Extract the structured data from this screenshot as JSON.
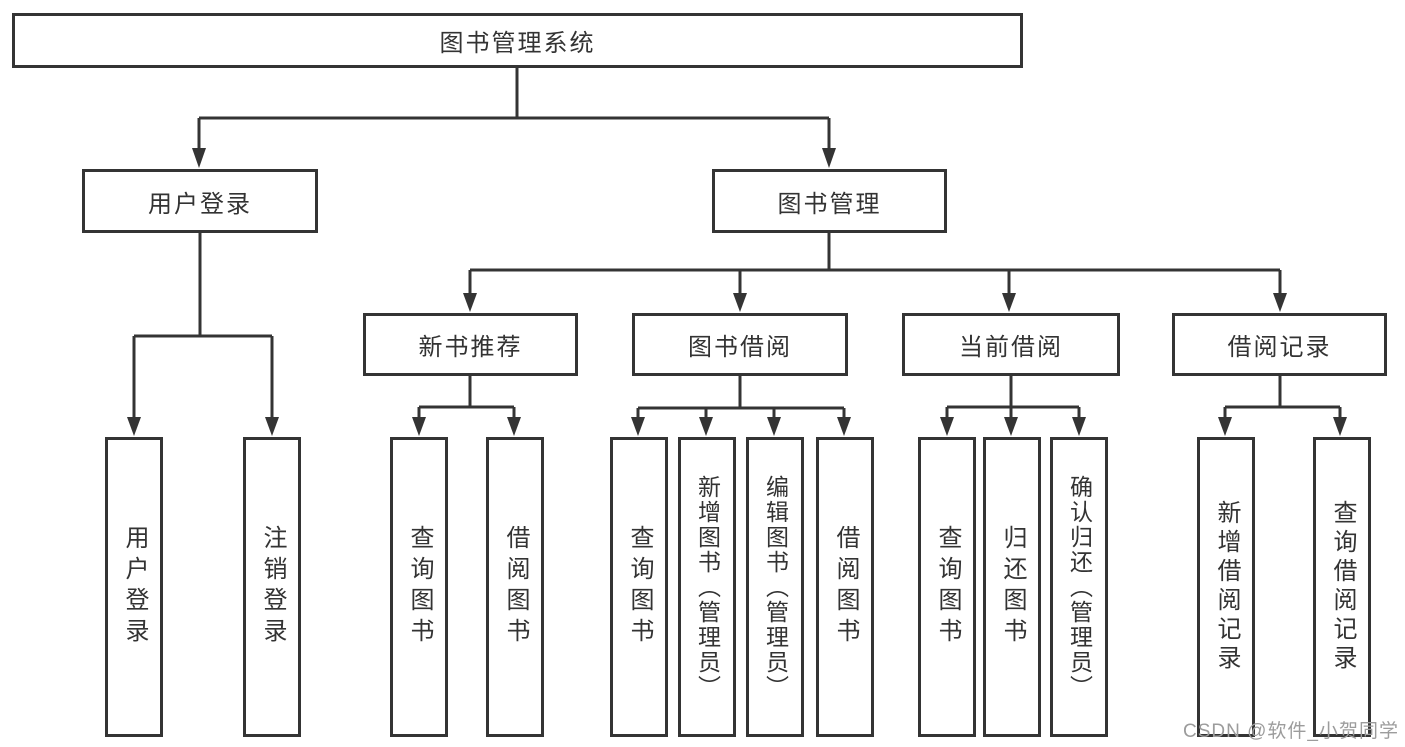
{
  "diagram": {
    "root": "图书管理系统",
    "level2": {
      "userLogin": "用户登录",
      "bookMgmt": "图书管理"
    },
    "level3": {
      "newBookRec": "新书推荐",
      "bookBorrow": "图书借阅",
      "currentBorrow": "当前借阅",
      "borrowRecords": "借阅记录"
    },
    "leaves": {
      "userLogin": "用户登录",
      "logout": "注销登录",
      "queryBooksRec": "查询图书",
      "borrowBooksRec": "借阅图书",
      "queryBooksBorrow": "查询图书",
      "addBooksAdmin": "新增图书（管理员）",
      "editBooksAdmin": "编辑图书（管理员）",
      "borrowBooksBorrow": "借阅图书",
      "queryBooksCurrent": "查询图书",
      "returnBooks": "归还图书",
      "confirmReturnAdmin": "确认归还（管理员）",
      "addBorrowRecord": "新增借阅记录",
      "queryBorrowRecord": "查询借阅记录"
    }
  },
  "watermark": "CSDN @软件_小贺同学",
  "colors": {
    "line": "#343434",
    "text": "#333333",
    "watermark": "#9c9c9c",
    "background": "#ffffff"
  }
}
